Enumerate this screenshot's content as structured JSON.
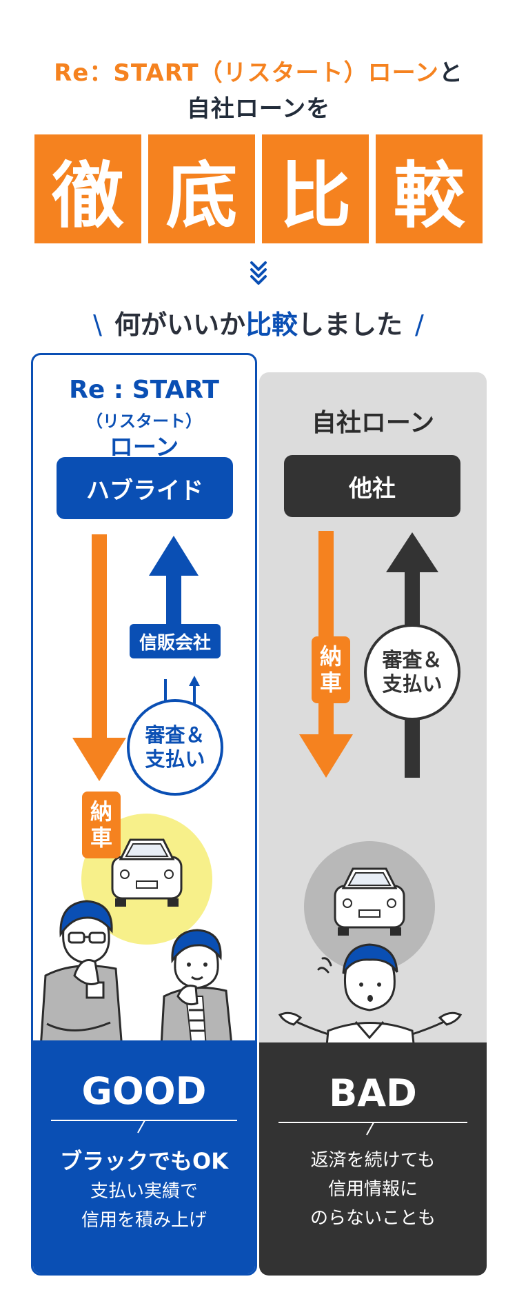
{
  "header": {
    "line1_orange": "Re：START（リスタート）ローン",
    "line1_dark": "と",
    "line2": "自社ローンを",
    "kanji": [
      "徹",
      "底",
      "比",
      "較"
    ],
    "subtitle_pre": "何がいいか",
    "subtitle_accent": "比較",
    "subtitle_post": "しました"
  },
  "left": {
    "title_line1": "Re : START",
    "title_line2": "（リスタート）",
    "title_line3": "ローン",
    "pill": "ハブライド",
    "delivery_chars": [
      "納",
      "車"
    ],
    "box_label": "信販会社",
    "circle_line1": "審査＆",
    "circle_line2": "支払い",
    "verdict": "GOOD",
    "main_text": "ブラックでもOK",
    "sub_line1": "支払い実績で",
    "sub_line2": "信用を積み上げ"
  },
  "right": {
    "title": "自社ローン",
    "pill": "他社",
    "delivery_chars": [
      "納",
      "車"
    ],
    "circle_line1": "審査＆",
    "circle_line2": "支払い",
    "verdict": "BAD",
    "sub_line1": "返済を続けても",
    "sub_line2": "信用情報に",
    "sub_line3": "のらないことも"
  },
  "colors": {
    "orange": "#f5821f",
    "blue": "#0a4fb4",
    "dark": "#333333",
    "grey_panel": "#dcdcdc",
    "yellow": "#f7f08a"
  }
}
